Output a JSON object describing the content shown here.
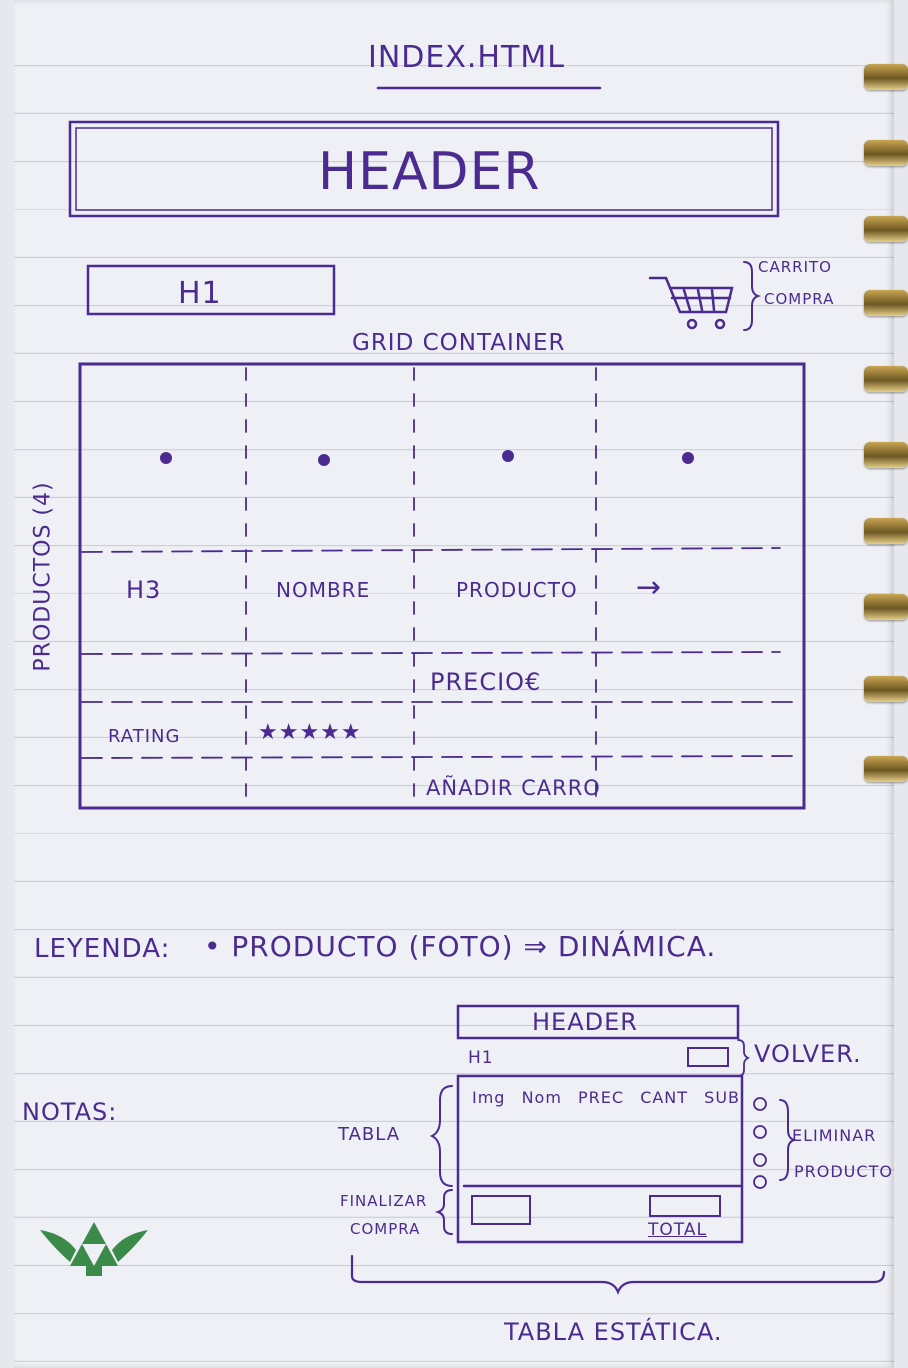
{
  "page": {
    "title": "INDEX.HTML",
    "header": "HEADER",
    "h1": "H1",
    "cart_label_1": "CARRITO",
    "cart_label_2": "COMPRA",
    "grid_title": "GRID CONTAINER",
    "products_label": "PRODUCTOS (4)",
    "row_h3": "H3",
    "row_name": "NOMBRE",
    "row_product": "PRODUCTO",
    "arrow": "→",
    "price": "PRECIO€",
    "rating_label": "RATING",
    "stars": "★★★★★",
    "add_cart": "AÑADIR CARRO",
    "legend_label": "LEYENDA:",
    "legend_text": "• PRODUCTO (FOTO) ⇒ DINÁMICA.",
    "notes": "NOTAS:"
  },
  "cart_page": {
    "header": "HEADER",
    "h1": "H1",
    "back": "VOLVER.",
    "table_label": "TABLA",
    "columns": [
      "Img",
      "Nom",
      "PREC",
      "CANT",
      "SUB"
    ],
    "delete_1": "ELIMINAR",
    "delete_2": "PRODUCTO",
    "finalize_1": "FINALIZAR",
    "finalize_2": "COMPRA",
    "total": "TOTAL",
    "static_table": "TABLA ESTÁTICA."
  },
  "colors": {
    "ink": "#4b2b8f",
    "paper": "#eef0f5",
    "logo": "#3c8a4a"
  }
}
